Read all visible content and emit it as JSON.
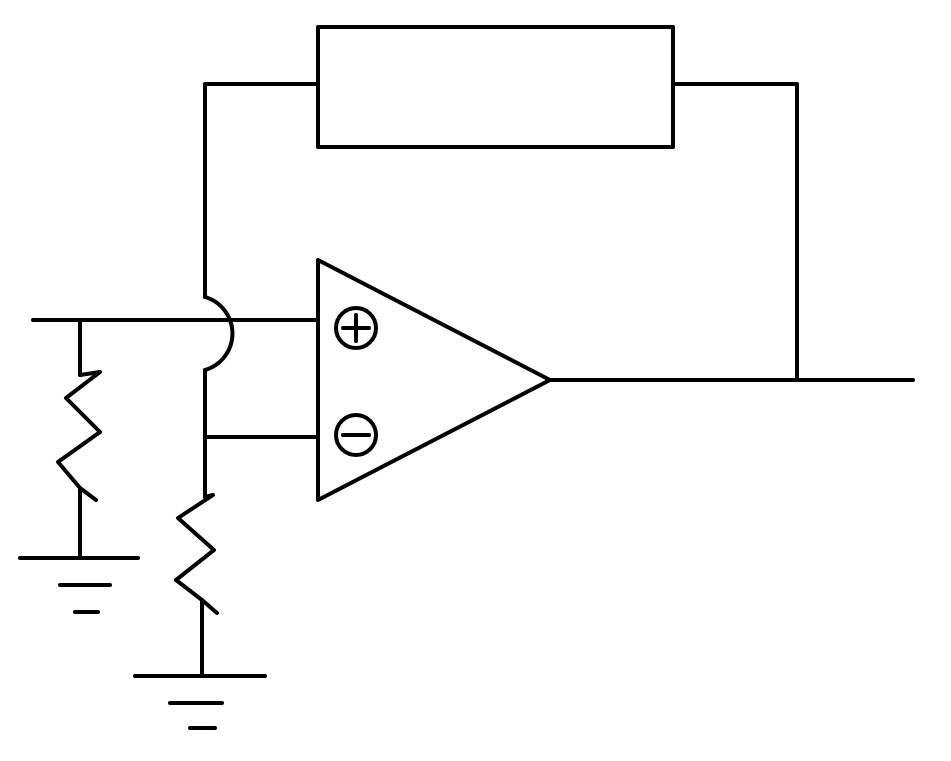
{
  "diagram": {
    "type": "op-amp circuit schematic",
    "colors": {
      "ink": "#000000",
      "background": "#ffffff"
    },
    "components": [
      {
        "kind": "op-amp",
        "pins": [
          "non-inverting-input",
          "inverting-input",
          "output"
        ],
        "input_symbols": [
          "+",
          "-"
        ]
      },
      {
        "kind": "feedback-element",
        "shape": "rectangle",
        "connects": [
          "inverting-input-node",
          "output"
        ]
      },
      {
        "kind": "resistor",
        "connects": [
          "non-inverting-input-node",
          "ground"
        ]
      },
      {
        "kind": "resistor",
        "connects": [
          "inverting-input-node",
          "ground"
        ]
      },
      {
        "kind": "ground",
        "count": 2
      }
    ],
    "features": [
      "wire-crossover-hop"
    ]
  }
}
